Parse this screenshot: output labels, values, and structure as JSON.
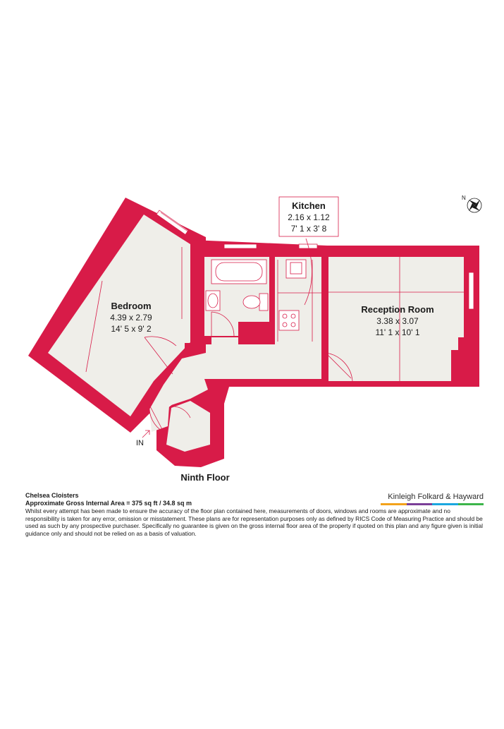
{
  "rooms": {
    "kitchen": {
      "name": "Kitchen",
      "metric": "2.16 x 1.12",
      "imperial": "7' 1 x 3' 8"
    },
    "bedroom": {
      "name": "Bedroom",
      "metric": "4.39 x 2.79",
      "imperial": "14' 5 x 9' 2"
    },
    "reception": {
      "name": "Reception Room",
      "metric": "3.38 x 3.07",
      "imperial": "11' 1 x 10' 1"
    }
  },
  "floor_label": "Ninth Floor",
  "entrance_label": "IN",
  "compass_label": "N",
  "footer": {
    "building": "Chelsea Cloisters",
    "area": "Approximate Gross Internal Area = 375 sq ft / 34.8 sq m",
    "disclaimer": "Whilst every attempt has been made to ensure the accuracy of the floor plan contained here, measurements of doors, windows and rooms are approximate and no responsibility is taken for any error, omission or misstatement. These plans are for representation purposes only as defined by RICS Code of Measuring Practice and should be used as such by any prospective purchaser. Specifically no guarantee is given on the gross internal floor area of the property if quoted on this plan and any figure given is initial guidance only and should not be relied on as a basis of valuation."
  },
  "brand": {
    "name": "Kinleigh Folkard & Hayward",
    "stripe_colors": [
      "#f3a21b",
      "#7b3f98",
      "#1ba7e0",
      "#3cb54a"
    ]
  },
  "colors": {
    "wall": "#d81b48",
    "floor": "#efeee9",
    "line": "#d81b48"
  }
}
